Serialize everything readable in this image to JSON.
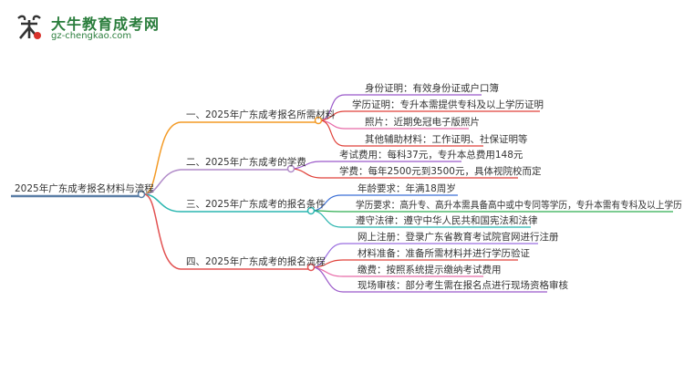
{
  "logo": {
    "title": "大牛教育成考网",
    "url": "gz-chengkao.com"
  },
  "colors": {
    "root": "#5a7ea6",
    "branch1": "#f39a25",
    "branch2": "#b08ac8",
    "branch3": "#2ab6b0",
    "branch4": "#e25252",
    "leaf_purple": "#9b59c9",
    "leaf_red": "#e0423a",
    "leaf_pink": "#e86aa8",
    "leaf_blue": "#3b6fd6",
    "leaf_green": "#2fae52",
    "leaf_teal": "#27b3ad",
    "leaf_violet": "#9a6ee0"
  },
  "mindmap": {
    "root": "2025年广东成考报名材料与流程",
    "branches": [
      {
        "label": "一、2025年广东成考报名所需材料",
        "leaves": [
          "身份证明：有效身份证或户口簿",
          "学历证明：专升本需提供专科及以上学历证明",
          "照片：近期免冠电子版照片",
          "其他辅助材料：工作证明、社保证明等"
        ]
      },
      {
        "label": "二、2025年广东成考的学费",
        "leaves": [
          "考试费用：每科37元，专升本总费用148元",
          "学费：每年2500元到3500元，具体视院校而定"
        ]
      },
      {
        "label": "三、2025年广东成考的报名条件",
        "leaves": [
          "年龄要求：年满18周岁",
          "学历要求：高升专、高升本需具备高中或中专同等学历，专升本需有专科及以上学历",
          "遵守法律：遵守中华人民共和国宪法和法律"
        ]
      },
      {
        "label": "四、2025年广东成考的报名流程",
        "leaves": [
          "网上注册：登录广东省教育考试院官网进行注册",
          "材料准备：准备所需材料并进行学历验证",
          "缴费：按照系统提示缴纳考试费用",
          "现场审核：部分考生需在报名点进行现场资格审核"
        ]
      }
    ]
  }
}
